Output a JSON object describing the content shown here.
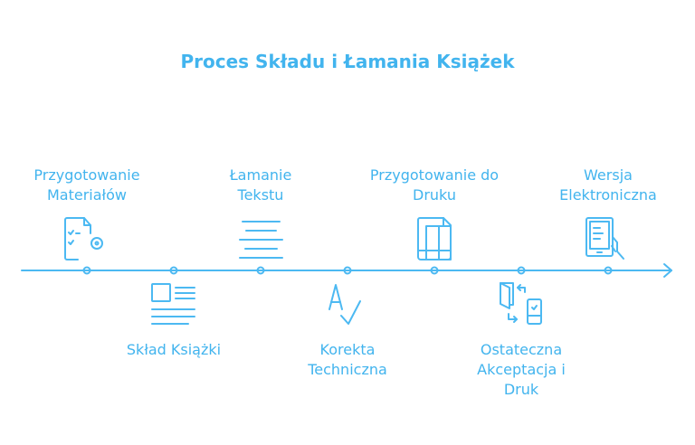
{
  "title": "Proces Składu i Łamania Książek",
  "accent_color": "#42b4ee",
  "steps": [
    {
      "label": "Przygotowanie Materiałów",
      "position": "top",
      "icon": "document-checklist-gear-icon"
    },
    {
      "label": "Skład Książki",
      "position": "bottom",
      "icon": "layout-page-icon"
    },
    {
      "label": "Łamanie Tekstu",
      "position": "top",
      "icon": "text-lines-icon"
    },
    {
      "label": "Korekta Techniczna",
      "position": "bottom",
      "icon": "spellcheck-icon"
    },
    {
      "label": "Przygotowanie do Druku",
      "position": "top",
      "icon": "print-grid-document-icon"
    },
    {
      "label": "Ostateczna Akceptacja i Druk",
      "position": "bottom",
      "icon": "book-phone-exchange-icon"
    },
    {
      "label": "Wersja Elektroniczna",
      "position": "top",
      "icon": "tablet-hand-icon"
    }
  ]
}
